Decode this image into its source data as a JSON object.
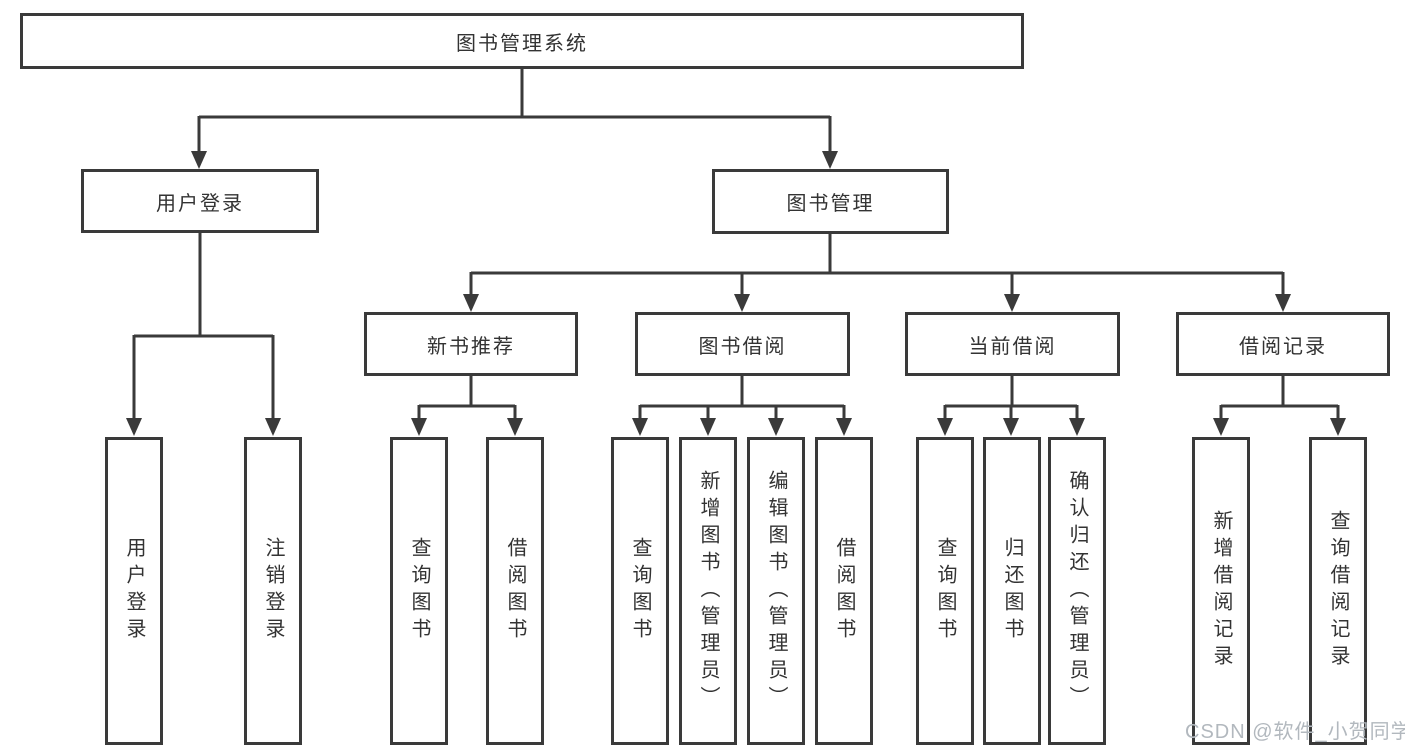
{
  "nodes": {
    "root": "图书管理系统",
    "user_login_group": "用户登录",
    "book_management": "图书管理",
    "new_book_recommend": "新书推荐",
    "book_borrow": "图书借阅",
    "current_borrow": "当前借阅",
    "borrow_records": "借阅记录",
    "leaf_user_login": "用户登录",
    "leaf_logout_login": "注销登录",
    "leaf_query_book_rec": "查询图书",
    "leaf_borrow_book_rec": "借阅图书",
    "leaf_query_book_borrow": "查询图书",
    "leaf_add_book_admin": "新增图书（管理员）",
    "leaf_edit_book_admin": "编辑图书（管理员）",
    "leaf_borrow_book_borrow": "借阅图书",
    "leaf_query_book_current": "查询图书",
    "leaf_return_book": "归还图书",
    "leaf_confirm_return_admin": "确认归还（管理员）",
    "leaf_add_borrow_record": "新增借阅记录",
    "leaf_query_borrow_record": "查询借阅记录"
  },
  "watermark": "CSDN @软件_小贺同学",
  "colors": {
    "line": "#3a3a3a",
    "box_background": "#ffffff",
    "text": "#333333",
    "watermark": "#b2b8be"
  }
}
